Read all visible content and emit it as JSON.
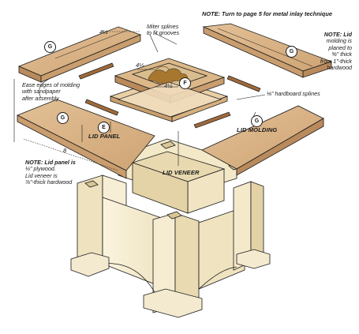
{
  "notes": {
    "top": "NOTE: Turn to page 5 for metal inlay technique",
    "lid_molding_title": "NOTE: Lid",
    "lid_molding_lines": [
      "molding is",
      "planed to",
      "⅝\" thick",
      "from 1\"-thick",
      "hardwood"
    ],
    "lid_panel_title": "NOTE: Lid panel is",
    "lid_panel_lines": [
      "¼\" plywood.",
      "Lid veneer is",
      "⅞\"-thick hardwood"
    ],
    "splines": [
      "Miter splines",
      "to fit grooves"
    ],
    "ease": [
      "Ease edges of molding",
      "with sandpaper",
      "after assembly"
    ],
    "hardboard": "⅛\" hardboard splines"
  },
  "labels": {
    "lid_panel": "LID PANEL",
    "lid_veneer": "LID VENEER",
    "lid_molding": "LID MOLDING"
  },
  "callouts": {
    "g": "G",
    "f": "F",
    "e": "E"
  },
  "dimensions": {
    "molding_width": "4½",
    "veneer_width_a": "4½",
    "veneer_width_b": "4½",
    "panel_length": "8"
  },
  "colors": {
    "wood": "#d9b48a",
    "wood_dark": "#b98a5c",
    "wood_edge": "#c99d6e",
    "plywood": "#e6c99f",
    "inlay": "#a8772f",
    "box": "#f5ecd0",
    "box_shade": "#e6d9b4",
    "line": "#1a1a1a"
  }
}
